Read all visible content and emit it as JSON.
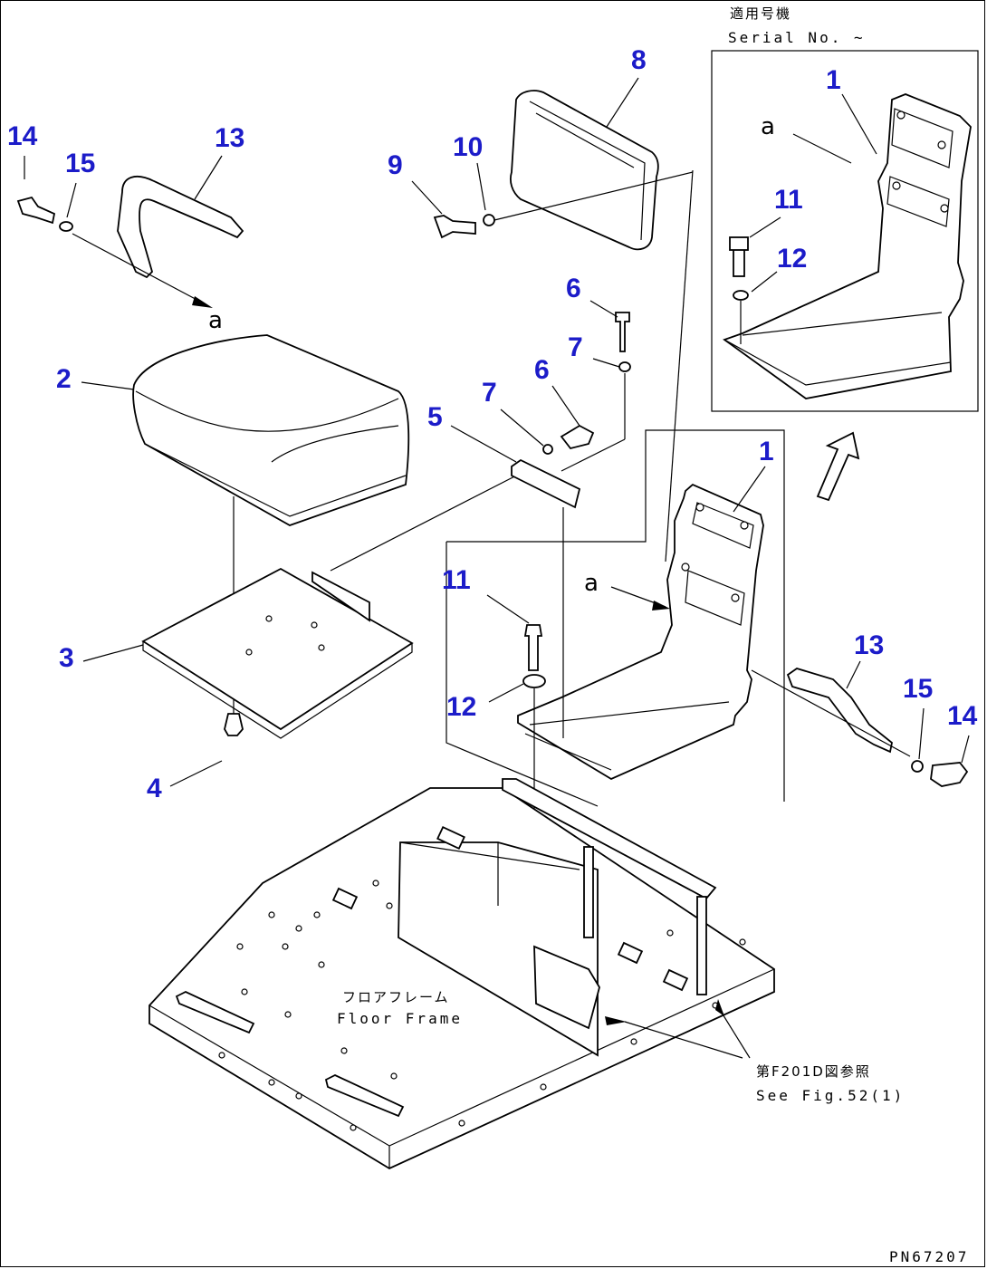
{
  "header": {
    "serial_jp": "適用号機",
    "serial_en": "Serial No.  ~"
  },
  "labels": {
    "floor_jp": "フロアフレーム",
    "floor_en": "Floor Frame",
    "see_fig_jp": "第F201D図参照",
    "see_fig_en": "See Fig.52(1)",
    "view_letter": "a",
    "drawing_no": "PN67207"
  },
  "callouts": [
    "1",
    "1",
    "2",
    "3",
    "4",
    "5",
    "6",
    "6",
    "7",
    "7",
    "8",
    "9",
    "10",
    "11",
    "11",
    "12",
    "12",
    "13",
    "13",
    "14",
    "14",
    "15",
    "15"
  ],
  "colors": {
    "callout": "#1c1cc9",
    "line": "#000000",
    "background": "#ffffff"
  }
}
